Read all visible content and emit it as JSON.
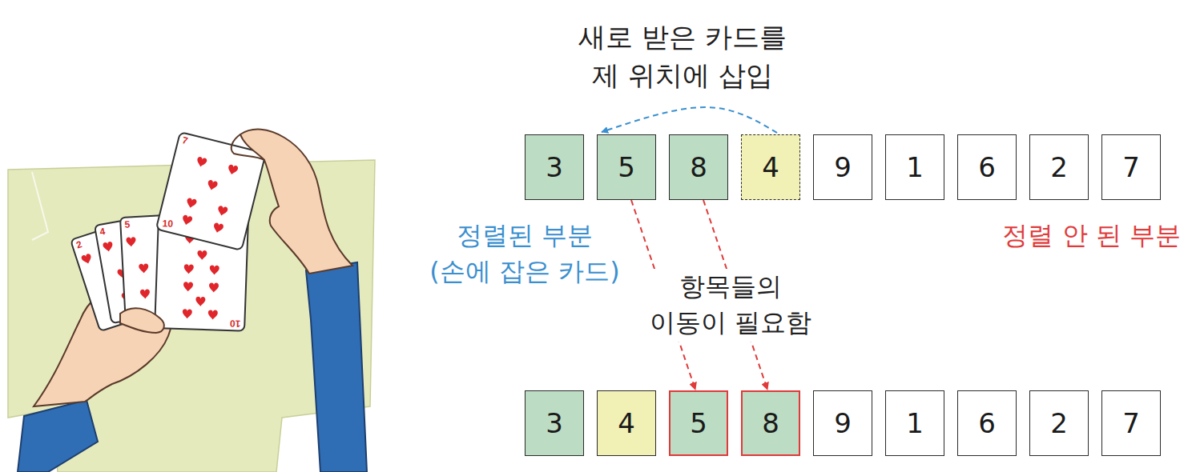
{
  "diagram": {
    "nodes": [
      {
        "text": [
          "3"
        ]
      },
      {
        "text": [
          "5"
        ]
      },
      {
        "text": [
          "8"
        ]
      },
      {
        "text": [
          "4"
        ]
      },
      {
        "text": [
          "9"
        ]
      },
      {
        "text": [
          "1"
        ]
      },
      {
        "text": [
          "6"
        ]
      },
      {
        "text": [
          "2"
        ]
      },
      {
        "text": [
          "7"
        ]
      },
      {
        "text": [
          "3"
        ]
      },
      {
        "text": [
          "4"
        ]
      },
      {
        "text": [
          "5"
        ]
      },
      {
        "text": [
          "8"
        ]
      },
      {
        "text": [
          "9"
        ]
      },
      {
        "text": [
          "1"
        ]
      },
      {
        "text": [
          "6"
        ]
      },
      {
        "text": [
          "2"
        ]
      },
      {
        "text": [
          "7"
        ]
      }
    ],
    "edges": [
      {
        "from": 3,
        "to": 1,
        "arrow": "to"
      },
      {
        "from": 1,
        "to": 11,
        "arrow": "to"
      },
      {
        "from": 2,
        "to": 12,
        "arrow": "to"
      }
    ],
    "labels": [
      "새로 받은 카드를 제 위치에 삽입",
      "정렬된 부분 (손에 잡은 카드)",
      "항목들의 이동이 필요함",
      "정렬 안 된 부분",
      "2",
      "4",
      "5",
      "10",
      "7",
      "10"
    ]
  }
}
